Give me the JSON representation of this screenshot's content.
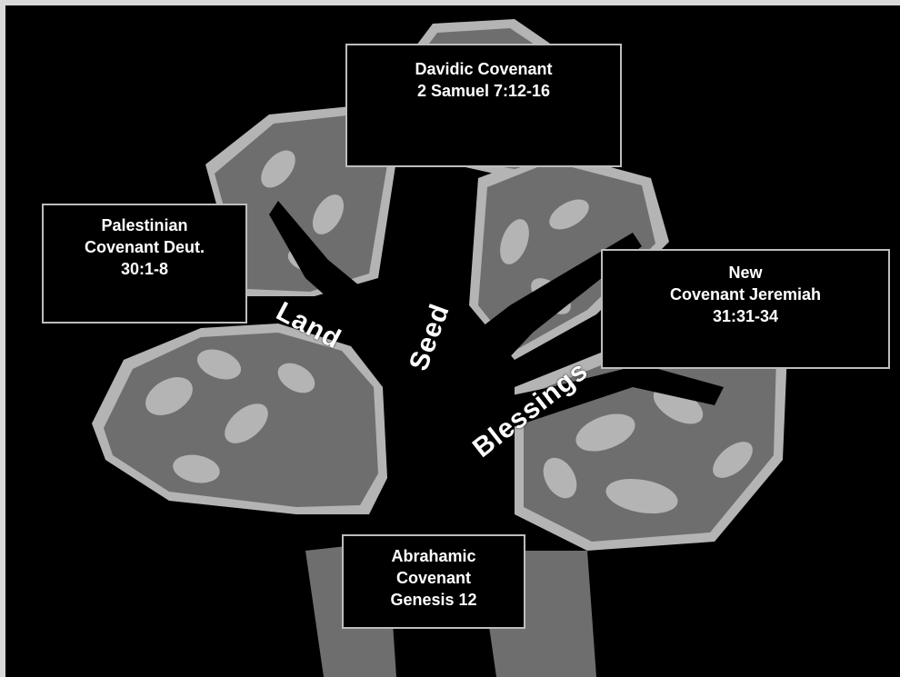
{
  "boxes": {
    "davidic": {
      "line1": "Davidic Covenant",
      "line2": "2 Samuel 7:12-16"
    },
    "palestinian": {
      "line1": "Palestinian",
      "line2": "Covenant Deut.",
      "line3": "30:1-8"
    },
    "new": {
      "line1": "New",
      "line2": "Covenant Jeremiah",
      "line3": "31:31-34"
    },
    "abrahamic": {
      "line1": "Abrahamic",
      "line2": "Covenant",
      "line3": "Genesis 12"
    }
  },
  "branches": {
    "land": "Land",
    "seed": "Seed",
    "blessings": "Blessings"
  },
  "colors": {
    "background": "#000000",
    "leaf": "#6e6e6e",
    "leaf_light": "#b4b4b4",
    "vein": "#c8c8c8",
    "trunk": "#000000",
    "frame": "#d9d9d9"
  }
}
